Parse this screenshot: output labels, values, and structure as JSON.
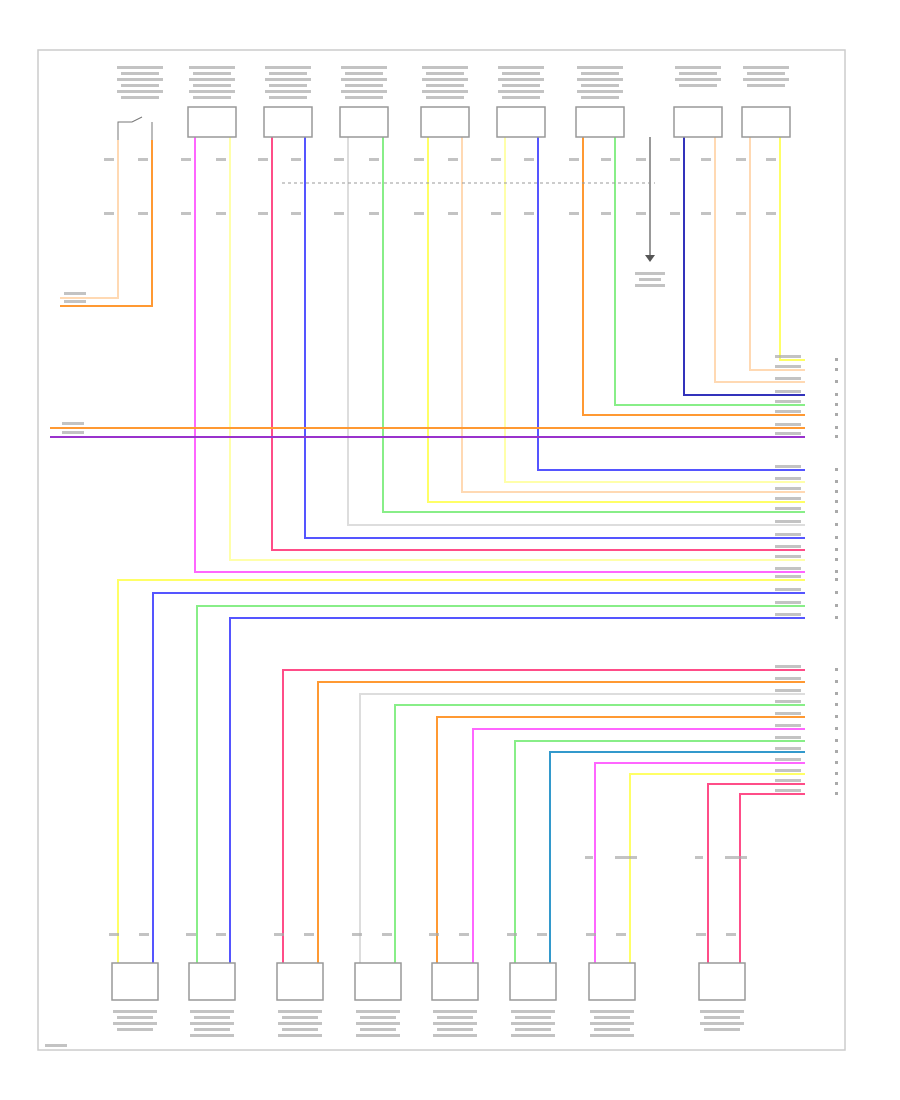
{
  "diagram": {
    "type": "wiring-schematic",
    "frame_color": "#cccccc",
    "box_color": "#999999",
    "text_color": "#aaaaaa",
    "ground_color": "#666666",
    "top_components": 9,
    "bottom_components": 8,
    "wire_colors": {
      "orange_light": "#ffd9b3",
      "orange": "#ff9933",
      "pink": "#ff66ff",
      "yellow": "#ffff66",
      "yellow_light": "#ffffaa",
      "red_pink": "#ff4d88",
      "blue": "#5555ff",
      "dark_blue": "#3333bb",
      "light_grey": "#dddddd",
      "green": "#88ee88",
      "purple": "#9933cc",
      "teal": "#3399cc",
      "black": "#555555"
    }
  }
}
